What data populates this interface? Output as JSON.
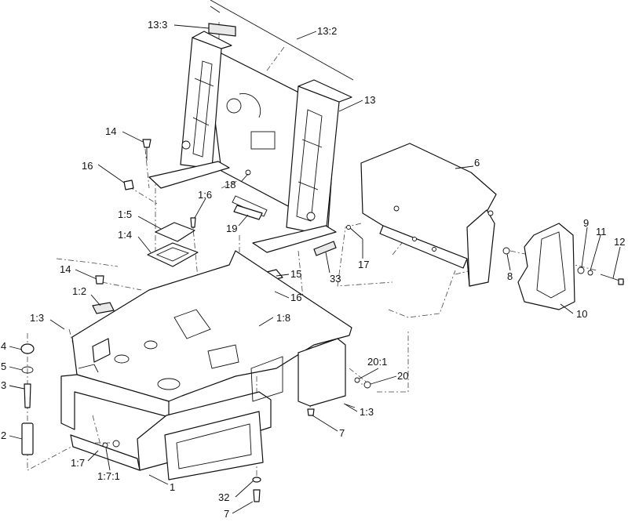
{
  "callouts": [
    {
      "id": "c-13-3",
      "text": "13:3"
    },
    {
      "id": "c-13-2",
      "text": "13:2"
    },
    {
      "id": "c-13",
      "text": "13"
    },
    {
      "id": "c-14-top",
      "text": "14"
    },
    {
      "id": "c-16-top",
      "text": "16"
    },
    {
      "id": "c-18",
      "text": "18"
    },
    {
      "id": "c-1-6",
      "text": "1:6"
    },
    {
      "id": "c-1-5",
      "text": "1:5"
    },
    {
      "id": "c-1-4",
      "text": "1:4"
    },
    {
      "id": "c-19",
      "text": "19"
    },
    {
      "id": "c-6",
      "text": "6"
    },
    {
      "id": "c-14-mid",
      "text": "14"
    },
    {
      "id": "c-1-2",
      "text": "1:2"
    },
    {
      "id": "c-15",
      "text": "15"
    },
    {
      "id": "c-16-mid",
      "text": "16"
    },
    {
      "id": "c-33",
      "text": "33"
    },
    {
      "id": "c-17",
      "text": "17"
    },
    {
      "id": "c-8",
      "text": "8"
    },
    {
      "id": "c-9",
      "text": "9"
    },
    {
      "id": "c-11",
      "text": "11"
    },
    {
      "id": "c-12",
      "text": "12"
    },
    {
      "id": "c-10",
      "text": "10"
    },
    {
      "id": "c-1-3-left",
      "text": "1:3"
    },
    {
      "id": "c-1-8",
      "text": "1:8"
    },
    {
      "id": "c-4",
      "text": "4"
    },
    {
      "id": "c-5",
      "text": "5"
    },
    {
      "id": "c-3",
      "text": "3"
    },
    {
      "id": "c-20-1",
      "text": "20:1"
    },
    {
      "id": "c-20",
      "text": "20"
    },
    {
      "id": "c-1-3-right",
      "text": "1:3"
    },
    {
      "id": "c-7-mid",
      "text": "7"
    },
    {
      "id": "c-2",
      "text": "2"
    },
    {
      "id": "c-1-7",
      "text": "1:7"
    },
    {
      "id": "c-1-7-1",
      "text": "1:7:1"
    },
    {
      "id": "c-1",
      "text": "1"
    },
    {
      "id": "c-32",
      "text": "32"
    },
    {
      "id": "c-7-bottom",
      "text": "7"
    }
  ]
}
